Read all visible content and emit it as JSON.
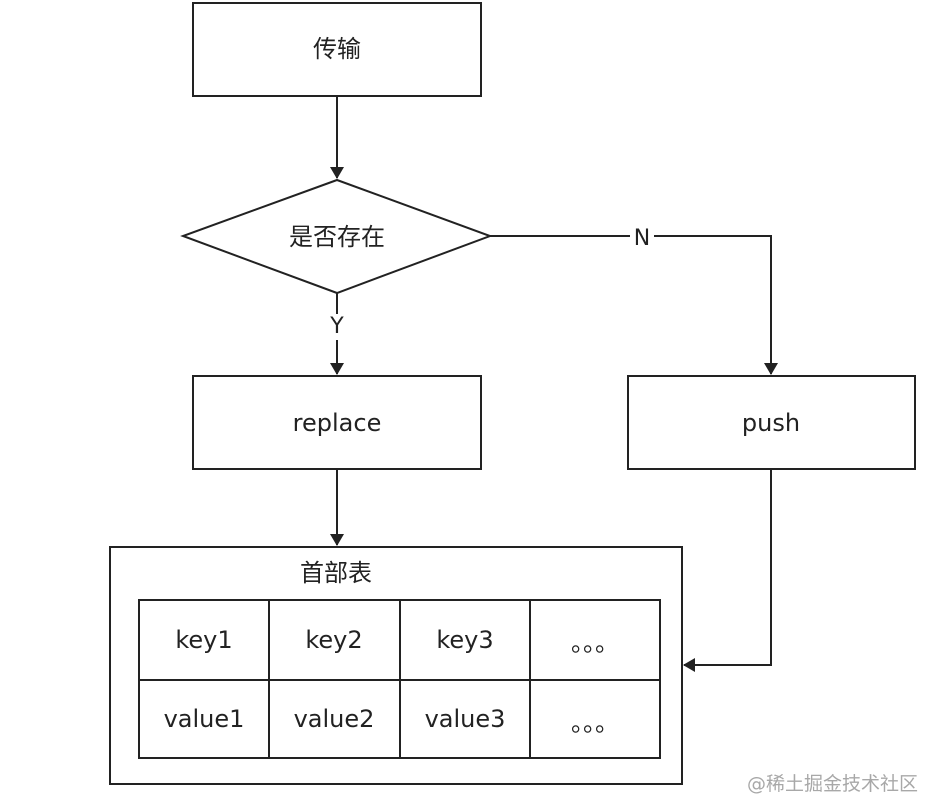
{
  "nodes": {
    "transfer": "传输",
    "exists": "是否存在",
    "replace": "replace",
    "push": "push",
    "header_table": "首部表"
  },
  "edges": {
    "no_label": "N",
    "yes_label": "Y"
  },
  "table": {
    "keys": [
      "key1",
      "key2",
      "key3",
      "。。。"
    ],
    "values": [
      "value1",
      "value2",
      "value3",
      "。。。"
    ]
  },
  "watermark": "@稀土掘金技术社区"
}
